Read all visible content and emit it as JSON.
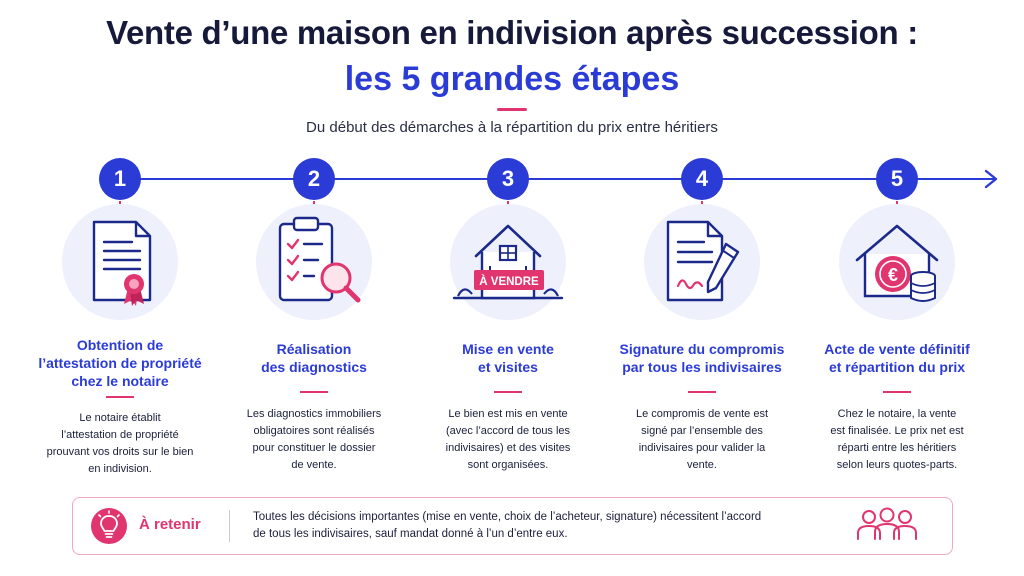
{
  "header": {
    "title_line1": "Vente d’une maison en indivision après succession :",
    "title_line2": "les 5 grandes étapes",
    "subtitle": "Du début des démarches à la répartition du prix entre héritiers"
  },
  "colors": {
    "primary": "#2b3bd6",
    "accent": "#e0356e",
    "dark": "#16193a",
    "icon_bg": "#eef0fb"
  },
  "steps": [
    {
      "number": "1",
      "icon": "certificate-document-icon",
      "title": [
        "Obtention de",
        "l’attestation de propriété",
        "chez le notaire"
      ],
      "description": [
        "Le notaire établit",
        "l’attestation de propriété",
        "prouvant vos droits sur le bien",
        "en indivision."
      ]
    },
    {
      "number": "2",
      "icon": "checklist-magnifier-icon",
      "title": [
        "Réalisation",
        "des diagnostics"
      ],
      "description": [
        "Les diagnostics immobiliers",
        "obligatoires sont réalisés",
        "pour constituer le dossier",
        "de vente."
      ]
    },
    {
      "number": "3",
      "icon": "house-for-sale-icon",
      "sign_text": "À VENDRE",
      "title": [
        "Mise en vente",
        "et visites"
      ],
      "description": [
        "Le bien est mis en vente",
        "(avec l’accord de tous les",
        "indivisaires) et des visites",
        "sont organisées."
      ]
    },
    {
      "number": "4",
      "icon": "contract-signature-icon",
      "title": [
        "Signature du compromis",
        "par tous les indivisaires"
      ],
      "description": [
        "Le compromis de vente est",
        "signé par l’ensemble des",
        "indivisaires pour valider la",
        "vente."
      ]
    },
    {
      "number": "5",
      "icon": "house-euro-coins-icon",
      "coin_symbol": "€",
      "title": [
        "Acte de vente définitif",
        "et répartition du prix"
      ],
      "description": [
        "Chez le notaire, la vente",
        "est finalisée. Le prix net est",
        "réparti entre les héritiers",
        "selon leurs quotes-parts."
      ]
    }
  ],
  "retain": {
    "label": "À retenir",
    "text_line1": "Toutes les décisions importantes (mise en vente, choix de l’acheteur, signature) nécessitent l’accord",
    "text_line2": "de tous les indivisaires, sauf mandat donné à l’un d’entre eux.",
    "icon": "lightbulb-icon",
    "people_icon": "group-people-icon"
  }
}
